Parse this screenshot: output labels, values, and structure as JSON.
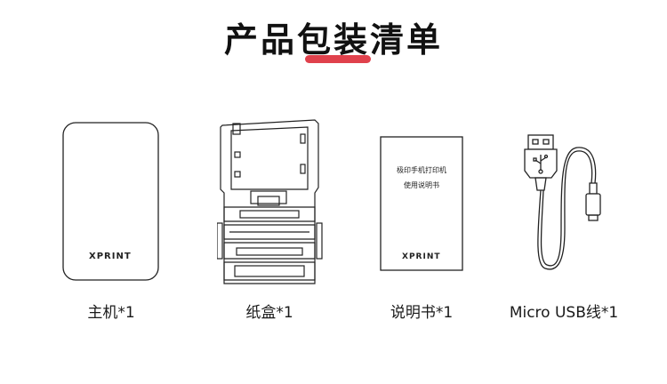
{
  "title": "产品包装清单",
  "colors": {
    "accent": "#e0414c",
    "line": "#222222"
  },
  "items": [
    {
      "caption": "主机*1",
      "brand": "XPRINT"
    },
    {
      "caption": "纸盒*1"
    },
    {
      "caption": "说明书*1",
      "brand": "XPRINT",
      "manual_lines": [
        "极印手机打印机",
        "使用说明书"
      ]
    },
    {
      "caption": "Micro USB线*1"
    }
  ]
}
